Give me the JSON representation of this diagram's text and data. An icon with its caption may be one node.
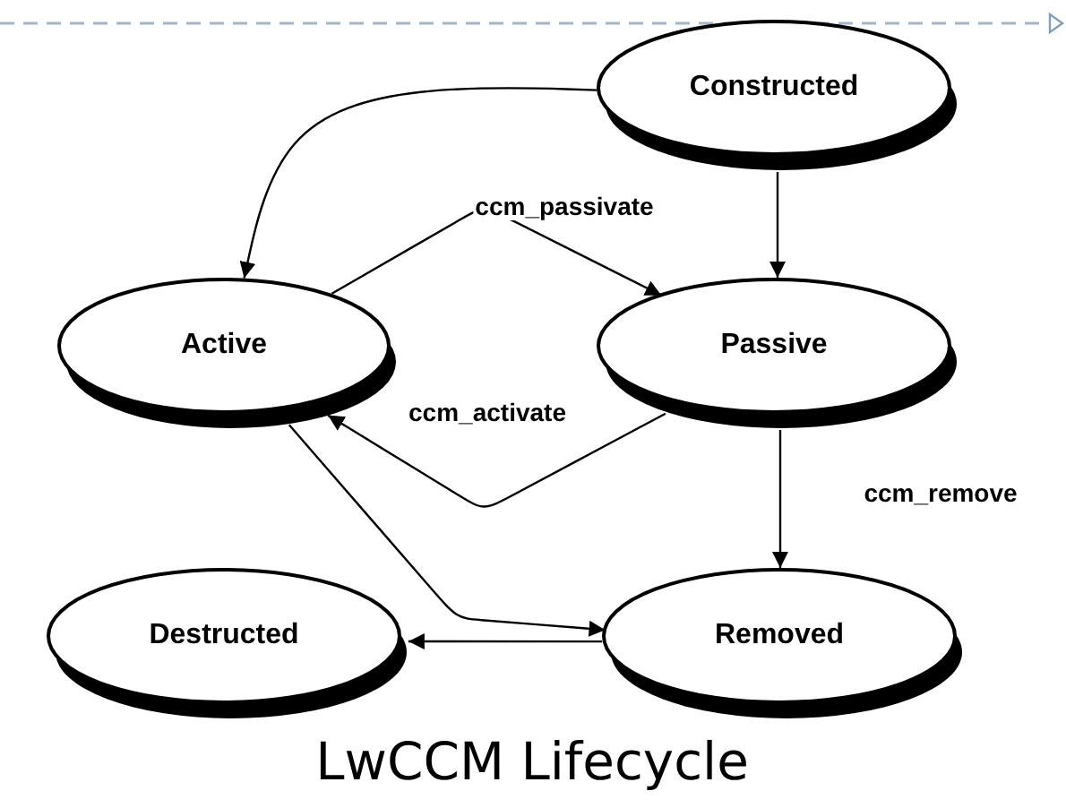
{
  "diagram": {
    "caption": "LwCCM Lifecycle",
    "nodes": [
      {
        "text": [
          "Constructed"
        ]
      },
      {
        "text": [
          "Active"
        ]
      },
      {
        "text": [
          "Passive"
        ]
      },
      {
        "text": [
          "Destructed"
        ]
      },
      {
        "text": [
          "Removed"
        ]
      }
    ],
    "edges": [
      {
        "from": 0,
        "to": 1,
        "arrow": "to"
      },
      {
        "from": 0,
        "to": 2,
        "arrow": "to"
      },
      {
        "from": 1,
        "to": 2,
        "arrow": "to",
        "label": "ccm_passivate"
      },
      {
        "from": 2,
        "to": 1,
        "arrow": "to",
        "label": "ccm_activate"
      },
      {
        "from": 2,
        "to": 4,
        "arrow": "to",
        "label": "ccm_remove"
      },
      {
        "from": 1,
        "to": 4,
        "arrow": "to"
      },
      {
        "from": 4,
        "to": 3,
        "arrow": "to"
      }
    ]
  }
}
